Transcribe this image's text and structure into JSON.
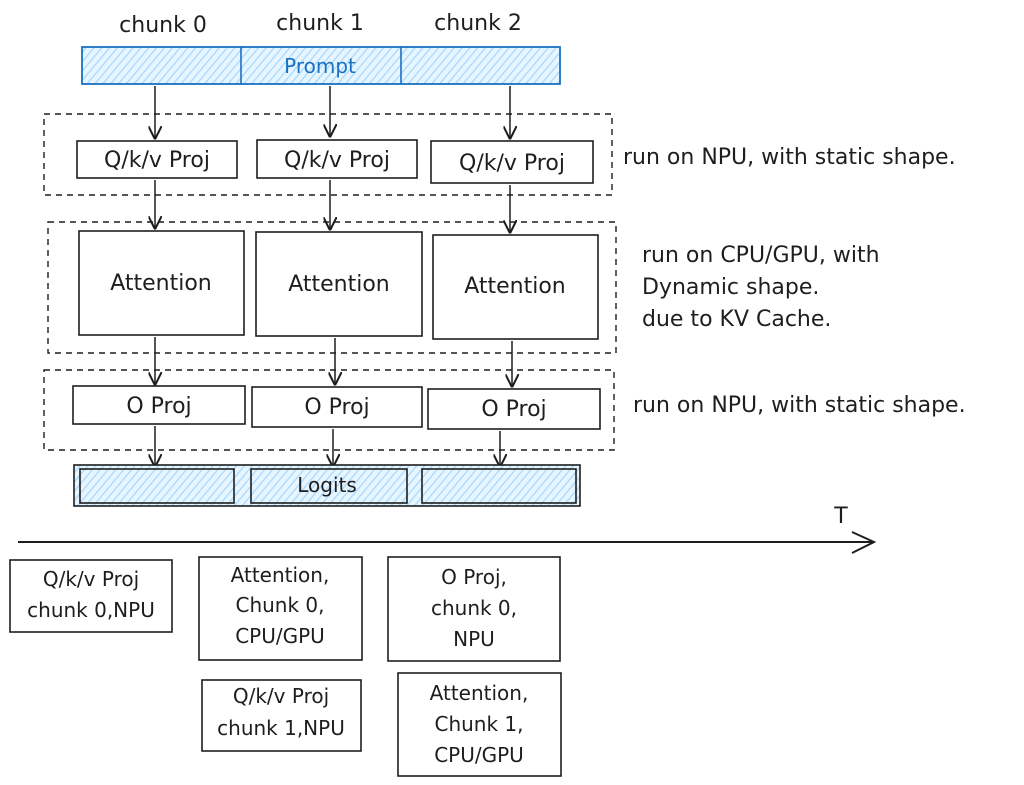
{
  "chunks": [
    "chunk 0",
    "chunk 1",
    "chunk 2"
  ],
  "prompt_label": "Prompt",
  "qkv_label": "Q/k/v Proj",
  "attention_label": "Attention",
  "oproj_label": "O Proj",
  "logits_label": "Logits",
  "notes": {
    "npu_static_1": "run on NPU, with static shape.",
    "cpu_gpu_line1": "run on CPU/GPU, with",
    "cpu_gpu_line2": "Dynamic shape.",
    "cpu_gpu_line3": "due to KV Cache.",
    "npu_static_2": "run on NPU, with static shape."
  },
  "timeline": {
    "axis_label": "T",
    "tasks": [
      {
        "lines": [
          "Q/k/v Proj",
          "chunk 0,NPU"
        ]
      },
      {
        "lines": [
          "Attention,",
          "Chunk 0,",
          "CPU/GPU"
        ]
      },
      {
        "lines": [
          "O Proj,",
          "chunk 0,",
          "NPU"
        ]
      },
      {
        "lines": [
          "Q/k/v Proj",
          "chunk 1,NPU"
        ]
      },
      {
        "lines": [
          "Attention,",
          "Chunk 1,",
          "CPU/GPU"
        ]
      }
    ]
  },
  "colors": {
    "stroke": "#1e1e1e",
    "prompt_blue": "#1971c2",
    "hatch_blue": "#a5d8ff"
  }
}
